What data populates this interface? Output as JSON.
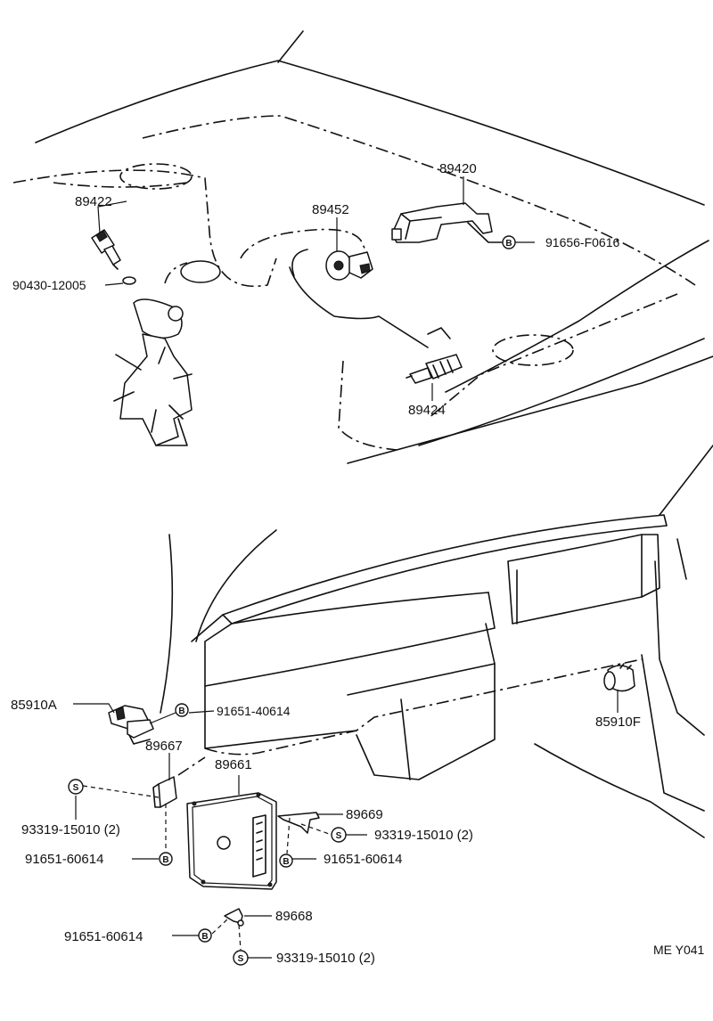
{
  "labels": {
    "p89422": "89422",
    "p90430": "90430-12005",
    "p89452": "89452",
    "p89420": "89420",
    "p91656": "91656-F0616",
    "p89424": "89424",
    "p85910a": "85910A",
    "p91651_40614": "91651-40614",
    "p89667": "89667",
    "p89661": "89661",
    "p85910f": "85910F",
    "p93319_a": "93319-15010 (2)",
    "p91651_a": "91651-60614",
    "p89669": "89669",
    "p93319_b": "93319-15010 (2)",
    "p91651_b": "91651-60614",
    "p89668": "89668",
    "p91651_c": "91651-60614",
    "p93319_c": "93319-15010 (2)",
    "code": "ME Y041"
  },
  "symbols": {
    "bolt": "B",
    "screw": "S"
  }
}
